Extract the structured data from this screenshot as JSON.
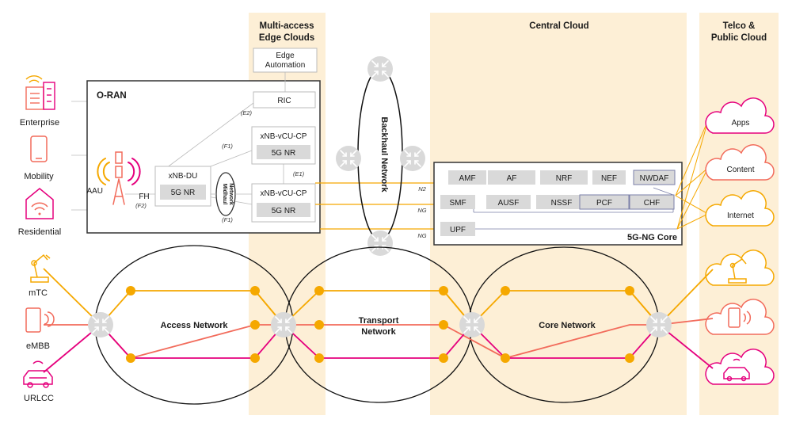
{
  "columns": {
    "mec": [
      "Multi-access",
      "Edge Clouds"
    ],
    "central": "Central Cloud",
    "telco": [
      "Telco &",
      "Public Cloud"
    ]
  },
  "oran": {
    "title": "O-RAN",
    "edge_automation": [
      "Edge",
      "Automation"
    ],
    "ric": "RIC",
    "cu_cp": "xNB-vCU-CP",
    "cu_up": "xNB-vCU-CP",
    "du": "xNB-DU",
    "nr": "5G NR",
    "aau": "AAU",
    "fh": "FH",
    "midhaul": [
      "Midhaul",
      "Network"
    ],
    "interfaces": {
      "e2": "(E2)",
      "f1_top": "(F1)",
      "e1": "(E1)",
      "f1_bottom": "(F1)",
      "f2": "(F2)"
    }
  },
  "backhaul": "Backhaul Network",
  "core": {
    "title": "5G-NG Core",
    "row1": [
      "AMF",
      "AF",
      "NRF",
      "NEF",
      "NWDAF"
    ],
    "row2": [
      "SMF",
      "AUSF",
      "NSSF",
      "PCF",
      "CHF"
    ],
    "upf": "UPF",
    "links": {
      "n2": "N2",
      "ng1": "NG",
      "ng2": "NG"
    }
  },
  "user_segments": [
    "Enterprise",
    "Mobility",
    "Residential"
  ],
  "service_types": [
    "mTC",
    "eMBB",
    "URLCC"
  ],
  "networks": {
    "access": "Access Network",
    "transport": [
      "Transport",
      "Network"
    ],
    "core": "Core Network"
  },
  "cloud_services": [
    "Apps",
    "Content",
    "Internet"
  ],
  "colors": {
    "orange": "#f5a800",
    "red": "#f26b5b",
    "magenta": "#e5007d",
    "tan": "#fdefd6",
    "gray": "#d9d9d9"
  }
}
